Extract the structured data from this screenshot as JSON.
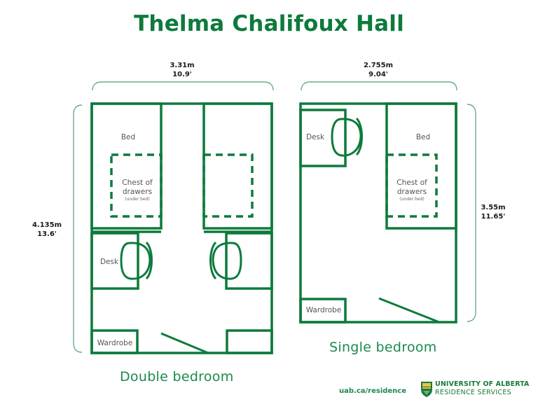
{
  "title": "Thelma Chalifoux Hall",
  "colors": {
    "wall": "#0d7a3c",
    "bracket": "#6aae86",
    "title": "#0d7a3c",
    "caption": "#1b8a4c",
    "label": "#555555",
    "dimension": "#1a1a1a"
  },
  "double_bedroom": {
    "caption": "Double bedroom",
    "width_m": "3.31m",
    "width_ft": "10.9'",
    "length_m": "4.135m",
    "length_ft": "13.6'",
    "labels": {
      "bed": "Bed",
      "chest_line1": "Chest of",
      "chest_line2": "drawers",
      "chest_note": "(under bed)",
      "desk": "Desk",
      "wardrobe": "Wardrobe"
    }
  },
  "single_bedroom": {
    "caption": "Single bedroom",
    "width_m": "2.755m",
    "width_ft": "9.04'",
    "length_m": "3.55m",
    "length_ft": "11.65'",
    "labels": {
      "bed": "Bed",
      "chest_line1": "Chest of",
      "chest_line2": "drawers",
      "chest_note": "(under bed)",
      "desk": "Desk",
      "wardrobe": "Wardrobe"
    }
  },
  "footer": {
    "url": "uab.ca/residence",
    "org_line1": "UNIVERSITY OF ALBERTA",
    "org_line2": "RESIDENCE SERVICES",
    "logo_icon": "crest-shield-icon"
  }
}
